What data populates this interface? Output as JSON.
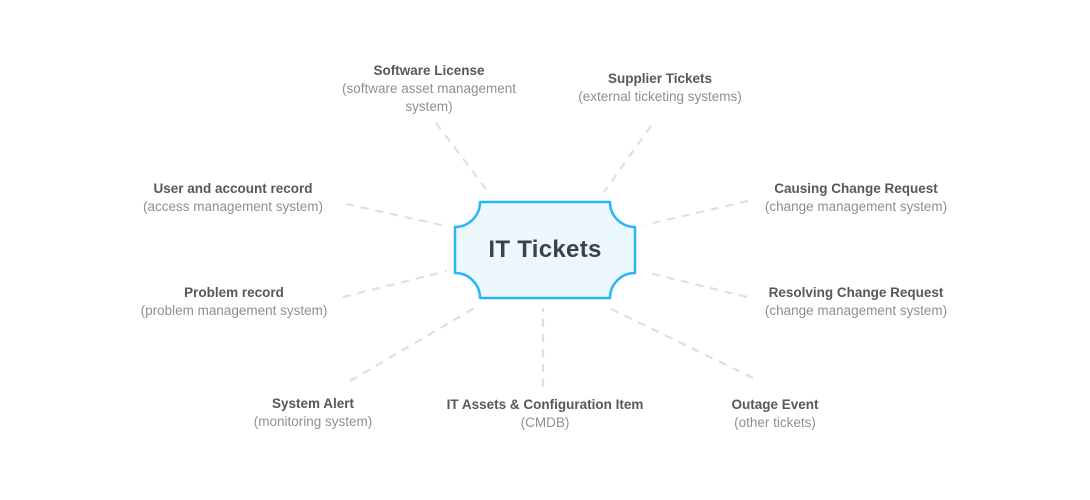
{
  "center": {
    "label": "IT Tickets"
  },
  "colors": {
    "ticket_border": "#29b6f6",
    "ticket_fill": "#edf8fe",
    "connector": "#dedfe1",
    "title_color": "#54585f",
    "subtitle_color": "#8b9096",
    "center_text": "#3a424b"
  },
  "nodes": [
    {
      "id": "software-license",
      "title": "Software License",
      "subtitle": "(software asset management system)"
    },
    {
      "id": "supplier-tickets",
      "title": "Supplier Tickets",
      "subtitle": "(external ticketing systems)"
    },
    {
      "id": "user-account-record",
      "title": "User and account record",
      "subtitle": "(access management system)"
    },
    {
      "id": "causing-change-request",
      "title": "Causing Change Request",
      "subtitle": "(change management system)"
    },
    {
      "id": "problem-record",
      "title": "Problem record",
      "subtitle": "(problem management system)"
    },
    {
      "id": "resolving-change-request",
      "title": "Resolving Change Request",
      "subtitle": "(change management system)"
    },
    {
      "id": "system-alert",
      "title": "System Alert",
      "subtitle": "(monitoring system)"
    },
    {
      "id": "it-assets-cmdb",
      "title": "IT Assets & Configuration Item",
      "subtitle": "(CMDB)"
    },
    {
      "id": "outage-event",
      "title": "Outage Event",
      "subtitle": "(other tickets)"
    }
  ]
}
